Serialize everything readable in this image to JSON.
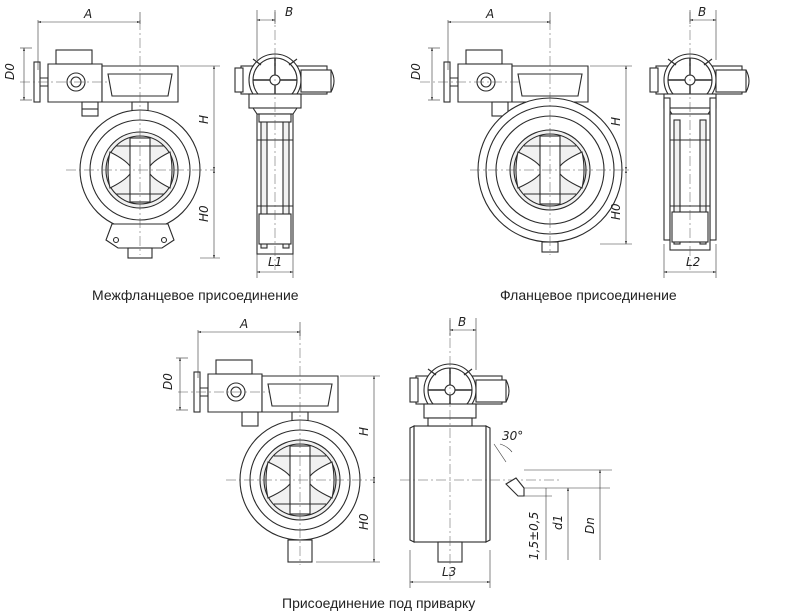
{
  "captions": {
    "wafer": "Межфланцевое присоединение",
    "flanged": "Фланцевое присоединение",
    "welded": "Присоединение под приварку"
  },
  "dims": {
    "A": "A",
    "B": "B",
    "D0": "D0",
    "H": "H",
    "H0": "H0",
    "L1": "L1",
    "L2": "L2",
    "L3": "L3",
    "angle": "30°",
    "tol": "1,5±0,5",
    "d1": "d1",
    "Dn": "Dn"
  }
}
